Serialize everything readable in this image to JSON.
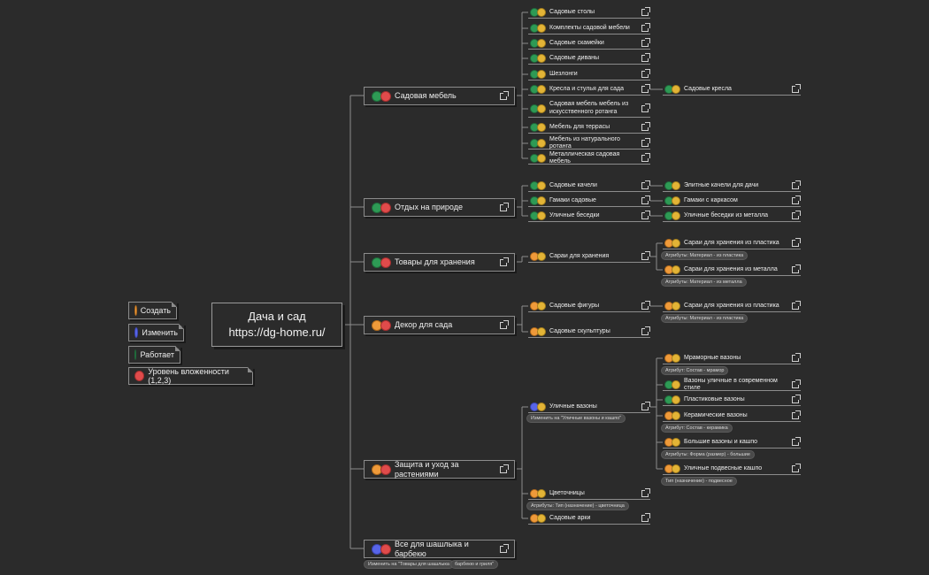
{
  "root": {
    "title": "Дача и сад",
    "url": "https://dg-home.ru/"
  },
  "legend": {
    "create": "Создать",
    "change": "Изменить",
    "works": "Работает",
    "level": "Уровень вложенности (1,2,3)"
  },
  "l1": [
    {
      "label": "Садовая мебель"
    },
    {
      "label": "Отдых на природе"
    },
    {
      "label": "Товары для хранения"
    },
    {
      "label": "Декор для сада"
    },
    {
      "label": "Защита и уход за растениями"
    },
    {
      "label": "Все для шашлыка и барбекю",
      "tags": [
        "Изменить на \"Товары для шашлыка",
        "барбекю и гриля\""
      ]
    }
  ],
  "l2": {
    "furniture": [
      "Садовые столы",
      "Комплекты садовой мебели",
      "Садовые скамейки",
      "Садовые диваны",
      "Шезлонги",
      "Кресла и стулья для сада",
      "Садовая мебель мебель из искусственного ротанга",
      "Мебель для террасы",
      "Мебель из натурального ротанга",
      "Металлическая садовая мебель"
    ],
    "outdoor": [
      "Садовые качели",
      "Гамаки садовые",
      "Уличные беседки"
    ],
    "storage": [
      "Сараи для хранения"
    ],
    "decor": [
      "Садовые фигуры",
      "Садовые скульптуры"
    ],
    "plants": [
      {
        "label": "Уличные вазоны",
        "tag": "Изменить на \"Уличные вазоны и кашпо\""
      },
      {
        "label": "Цветочницы",
        "tag": "Атрибуты: Тип (назначение) - цветочница"
      },
      {
        "label": "Садовые арки"
      }
    ]
  },
  "l3": {
    "chairs": [
      "Садовые кресла"
    ],
    "outdoor": [
      "Элитные качели для дачи",
      "Гамаки с каркасом",
      "Уличные беседки из металла"
    ],
    "storage": [
      {
        "label": "Сараи для хранения из пластика",
        "tag": "Атрибуты: Материал - из пластика"
      },
      {
        "label": "Сараи для хранения из металла",
        "tag": "Атрибуты: Материал - из металла"
      }
    ],
    "decor": [
      {
        "label": "Сараи для хранения из пластика",
        "tag": "Атрибуты: Материал - из пластика"
      }
    ],
    "vases": [
      {
        "label": "Мраморные вазоны",
        "tag": "Атрибут: Состав - мрамор"
      },
      {
        "label": "Вазоны уличные в современном стиле"
      },
      {
        "label": "Пластиковые вазоны"
      },
      {
        "label": "Керамические вазоны",
        "tag": "Атрибут: Состав - керамика"
      },
      {
        "label": "Большие вазоны и кашпо",
        "tag": "Атрибуты: Форма (размер) - большие"
      },
      {
        "label": "Уличные подвесные кашпо",
        "tag": "Тип (назначение) - подвесное"
      }
    ]
  },
  "colors": {
    "create": "#ef9a3a",
    "change": "#5865e8",
    "works": "#2e9a55",
    "level": "#e04b4b",
    "level3": "#e3b436",
    "background": "#2b2b2b",
    "line": "#8c8c8c"
  }
}
